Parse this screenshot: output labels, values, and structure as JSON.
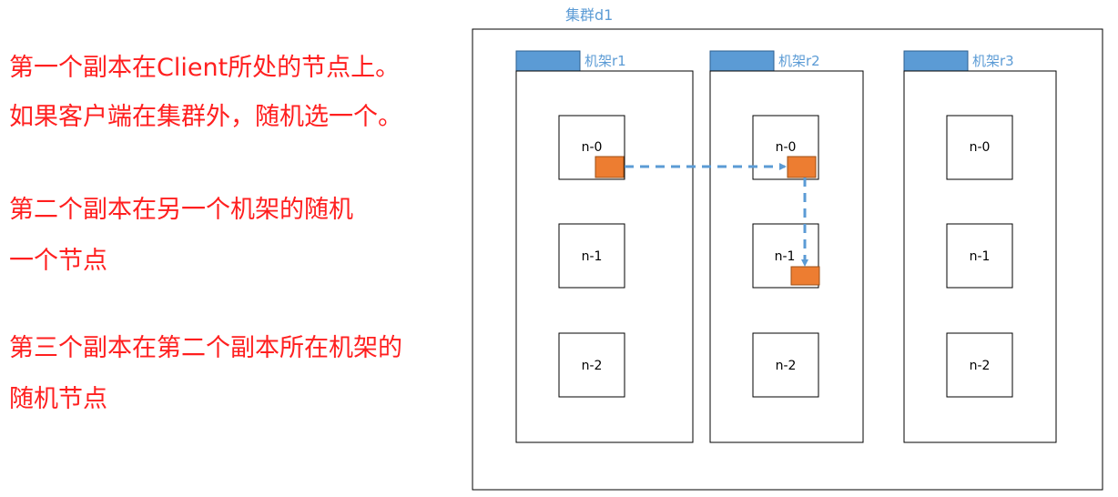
{
  "rules": [
    {
      "lines": [
        "第一个副本在Client所处的节点上。",
        "如果客户端在集群外，随机选一个。"
      ]
    },
    {
      "lines": [
        "第二个副本在另一个机架的随机",
        "一个节点"
      ]
    },
    {
      "lines": [
        "第三个副本在第二个副本所在机架的",
        "随机节点"
      ]
    }
  ],
  "cluster": {
    "label": "集群d1",
    "racks": [
      {
        "label": "机架r1",
        "nodes": [
          "n-0",
          "n-1",
          "n-2"
        ]
      },
      {
        "label": "机架r2",
        "nodes": [
          "n-0",
          "n-1",
          "n-2"
        ]
      },
      {
        "label": "机架r3",
        "nodes": [
          "n-0",
          "n-1",
          "n-2"
        ]
      }
    ]
  },
  "colors": {
    "rule_text": "#ff1f1f",
    "label_text": "#5b9bd5",
    "rack_tab": "#5b9bd5",
    "replica_block": "#ed7d31",
    "arrow": "#5b9bd5",
    "outline": "#000000"
  }
}
